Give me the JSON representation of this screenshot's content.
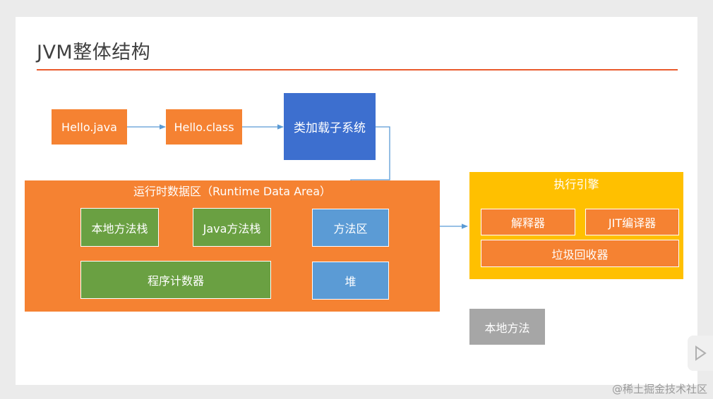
{
  "title": "JVM整体结构",
  "nodes": {
    "hello_java": "Hello.java",
    "hello_class": "Hello.class",
    "class_loader": "类加载子系统",
    "runtime_area": "运行时数据区（Runtime Data Area）",
    "native_stack": "本地方法栈",
    "java_stack": "Java方法栈",
    "method_area": "方法区",
    "pc_register": "程序计数器",
    "heap": "堆",
    "execution_engine": "执行引擎",
    "interpreter": "解释器",
    "jit_compiler": "JIT编译器",
    "gc": "垃圾回收器",
    "native_method": "本地方法"
  },
  "watermark": "@稀土掘金技术社区",
  "colors": {
    "accent_rule": "#ea5a2c",
    "orange": "#f58232",
    "blue_dark": "#3d6fcf",
    "blue": "#5b9bd5",
    "green": "#6aa042",
    "yellow": "#ffc000",
    "gray": "#a6a6a6"
  }
}
